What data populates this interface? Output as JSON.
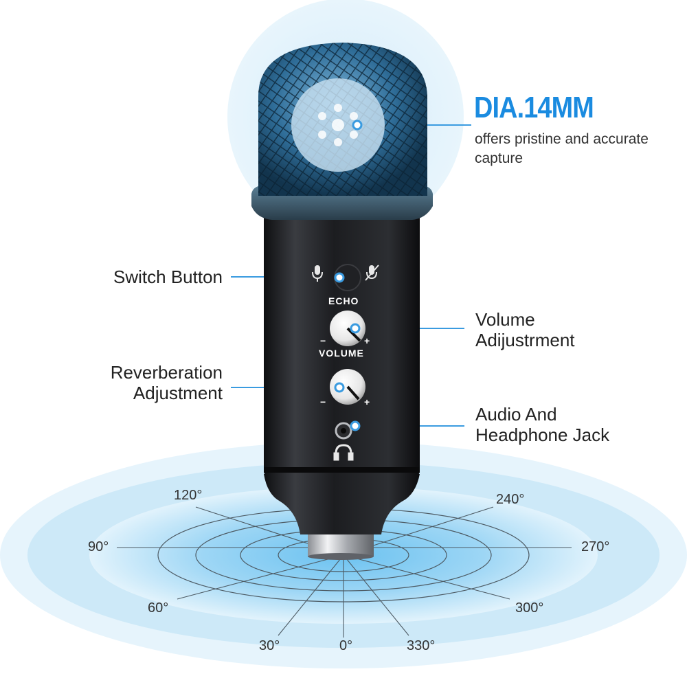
{
  "headline": {
    "title": "DIA.14MM",
    "subtitle": "offers pristine and accurate capture"
  },
  "callouts": {
    "switch_button": "Switch Button",
    "volume_line1": "Volume",
    "volume_line2": "Adijustrment",
    "reverb_line1": "Reverberation",
    "reverb_line2": "Adjustment",
    "jack_line1": "Audio And",
    "jack_line2": "Headphone Jack"
  },
  "panel": {
    "echo": "ECHO",
    "volume": "VOLUME",
    "minus": "−",
    "plus": "+"
  },
  "polar_angles": {
    "a120": "120°",
    "a240": "240°",
    "a90": "90°",
    "a270": "270°",
    "a60": "60°",
    "a300": "300°",
    "a30": "30°",
    "a0": "0°",
    "a330": "330°"
  },
  "colors": {
    "accent": "#1a8be0",
    "mic_body": "#1b1c1f",
    "grille": "#2a6fa0",
    "halo": "#cfe9f8"
  },
  "icons": [
    "microphone-icon",
    "mic-mute-icon",
    "headphones-icon"
  ]
}
